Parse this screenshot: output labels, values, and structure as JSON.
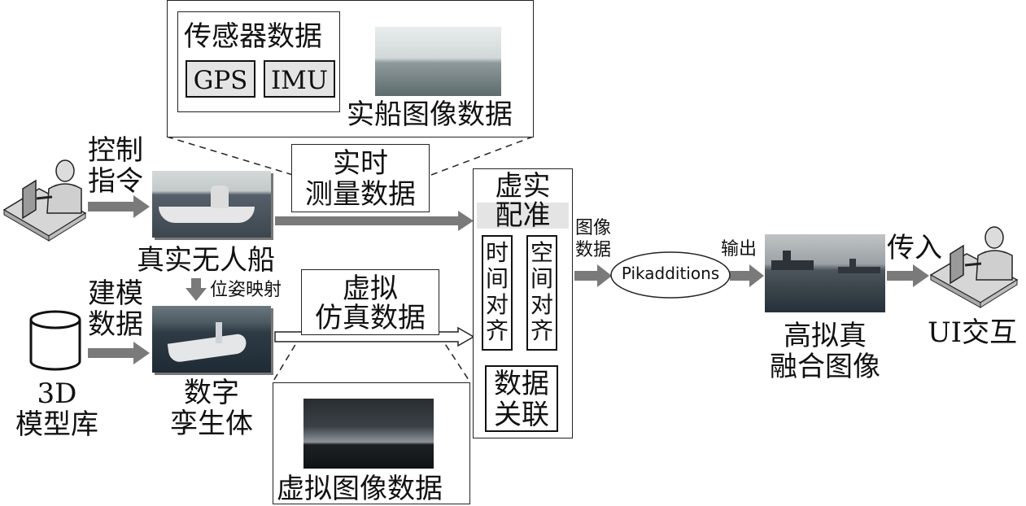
{
  "sensor": {
    "title": "传感器数据",
    "gps": "GPS",
    "imu": "IMU",
    "ship_image_label": "实船图像数据"
  },
  "realtime": {
    "line1": "实时",
    "line2": "测量数据"
  },
  "control": {
    "line1": "控制",
    "line2": "指令"
  },
  "real_boat_label": "真实无人船",
  "pose_mapping": "位姿映射",
  "modeling": {
    "line1": "建模",
    "line2": "数据"
  },
  "model_lib": {
    "line1": "3D",
    "line2": "模型库"
  },
  "twin": {
    "line1": "数字",
    "line2": "孪生体"
  },
  "virtual_sim": {
    "line1": "虚拟",
    "line2": "仿真数据"
  },
  "virtual_image_label": "虚拟图像数据",
  "registration": {
    "title_line1": "虚实",
    "title_line2": "配准",
    "time_align": [
      "时",
      "间",
      "对",
      "齐"
    ],
    "space_align": [
      "空",
      "间",
      "对",
      "齐"
    ],
    "assoc_line1": "数据",
    "assoc_line2": "关联"
  },
  "image_data": {
    "line1": "图像",
    "line2": "数据"
  },
  "ellipse_label": "Pikadditions",
  "output_label": "输出",
  "fusion": {
    "line1": "高拟真",
    "line2": "融合图像"
  },
  "transfer_label": "传入",
  "ui_label": "UI交互",
  "colors": {
    "arrow": "#7a7a7a",
    "border": "#222222",
    "highlight": "#e4e4e4"
  }
}
